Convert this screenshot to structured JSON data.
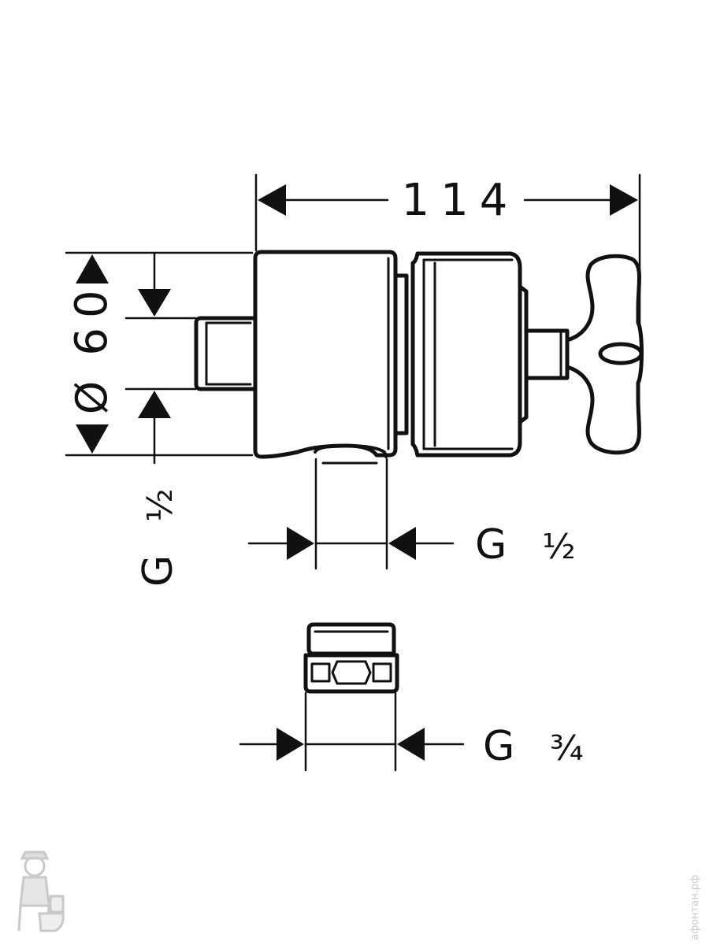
{
  "dimensions": {
    "overall_length": "114",
    "diameter": "60",
    "diameter_symbol": "Ø"
  },
  "threads": {
    "side_inlet": {
      "letter": "G",
      "size": "½"
    },
    "bottom_outlet": {
      "letter": "G",
      "size": "½"
    },
    "adapter": {
      "letter": "G",
      "size": "¾"
    }
  },
  "watermark": {
    "text": "афонтан.рф"
  },
  "colors": {
    "line": "#111111",
    "watermark": "#c9c9c9",
    "background": "#ffffff"
  }
}
